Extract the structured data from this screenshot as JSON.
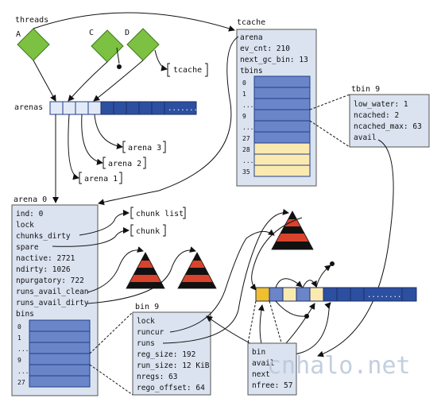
{
  "threads": {
    "title": "threads",
    "items": [
      {
        "label": "A"
      },
      {
        "label": "C"
      },
      {
        "label": "D"
      }
    ]
  },
  "refs": {
    "tcache": "tcache",
    "arena_1": "arena 1",
    "arena_2": "arena 2",
    "arena_3": "arena 3",
    "chunk_list": "chunk list",
    "chunk": "chunk"
  },
  "arenas": {
    "label": "arenas",
    "ellipsis": "........"
  },
  "tcache_box": {
    "title": "tcache",
    "fields": [
      "arena",
      "ev_cnt: 210",
      "next_gc_bin: 13",
      "tbins"
    ],
    "bins": [
      "0",
      "1",
      "...",
      "9",
      "...",
      "27",
      "28",
      "...",
      "35"
    ]
  },
  "tbin": {
    "title": "tbin 9",
    "fields": [
      "low_water: 1",
      "ncached: 2",
      "ncached_max: 63",
      "avail"
    ]
  },
  "arena0": {
    "title": "arena 0",
    "fields": [
      "ind: 0",
      "lock",
      "chunks_dirty",
      "spare",
      "nactive: 2721",
      "ndirty: 1026",
      "npurgatory: 722",
      "runs_avail_clean",
      "runs_avail_dirty",
      "bins"
    ],
    "bins": [
      "0",
      "1",
      "...",
      "9",
      "...",
      "27"
    ]
  },
  "bin9": {
    "title": "bin 9",
    "fields": [
      "lock",
      "runcur",
      "runs",
      "reg_size: 192",
      "run_size: 12 KiB",
      "nregs: 63",
      "rego_offset: 64"
    ]
  },
  "run": {
    "fields": [
      "bin",
      "avail",
      "next",
      "nfree: 57"
    ]
  },
  "watermark": "cnhalo.net",
  "colors": {
    "thread_green": "#7cc142",
    "slot_blue": "#6a86c8",
    "slot_light": "#e3eaf7",
    "slot_yellow": "#fbeab0",
    "struct_bg": "#dbe3f0",
    "tree_red": "#d9432b",
    "tree_black": "#111111",
    "run_dark": "#24469b",
    "run_gold": "#f1bf2d"
  }
}
